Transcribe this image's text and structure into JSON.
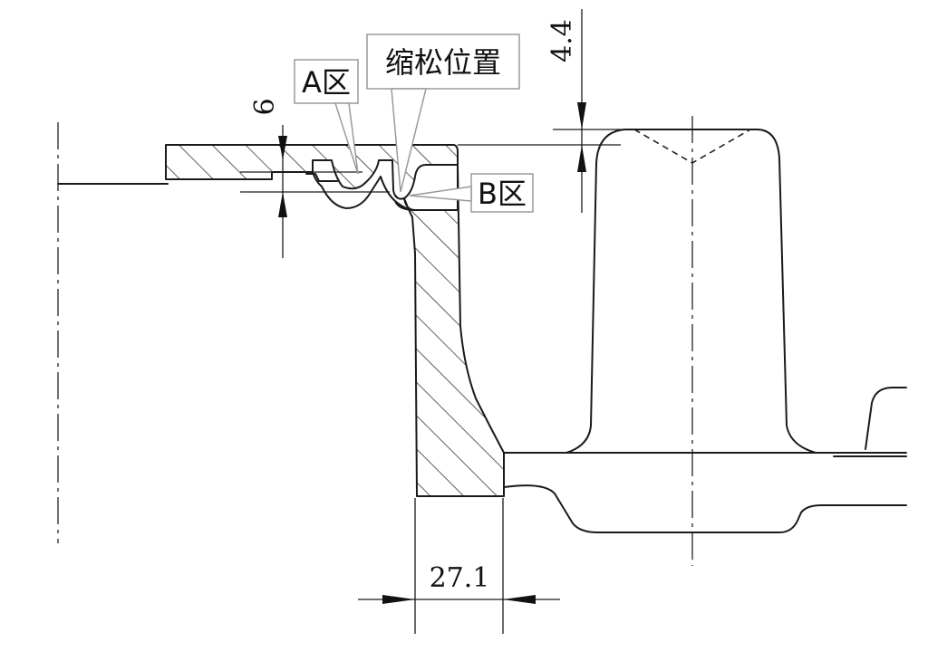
{
  "labels": {
    "zone_a": "A区",
    "zone_b": "B区",
    "shrinkage": "缩松位置"
  },
  "dimensions": {
    "flange_height": "6",
    "rim_gap": "4.4",
    "wall_width": "27.1"
  },
  "colors": {
    "line": "#1a1a1a",
    "callout_border": "#9a9a9a",
    "background": "#ffffff"
  }
}
